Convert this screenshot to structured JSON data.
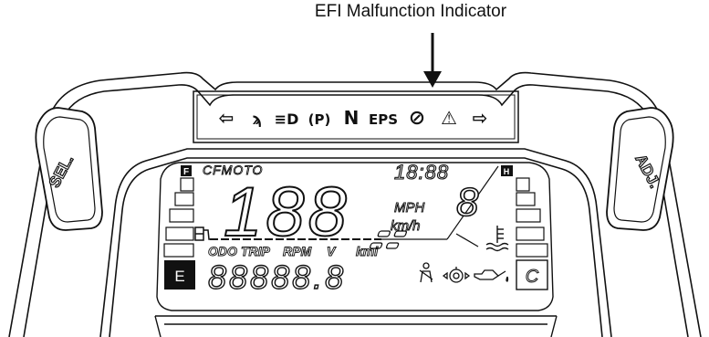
{
  "callout": {
    "text": "EFI Malfunction Indicator"
  },
  "buttons": {
    "left": "SEL.",
    "right": "ADJ."
  },
  "indicators": [
    {
      "name": "left-turn-icon",
      "glyph": "⇦"
    },
    {
      "name": "position-light-icon",
      "glyph": "ϡ"
    },
    {
      "name": "high-beam-icon",
      "glyph": "≡D"
    },
    {
      "name": "parking-brake-icon",
      "glyph": "(P)"
    },
    {
      "name": "neutral-icon",
      "glyph": "N"
    },
    {
      "name": "eps-icon",
      "glyph": "EPS"
    },
    {
      "name": "efi-malfunction-icon",
      "glyph": "⊘"
    },
    {
      "name": "warning-icon",
      "glyph": "⚠"
    },
    {
      "name": "right-turn-icon",
      "glyph": "⇨"
    }
  ],
  "lcd": {
    "fuel_full": "F",
    "fuel_empty": "E",
    "brand": "CFMOTO",
    "clock": "18:88",
    "speed": "188",
    "speed_unit_top": "MPH",
    "speed_unit_bottom": "km/h",
    "gear": "8",
    "odo_labels": [
      "ODO",
      "TRIP",
      "RPM",
      "V",
      "kmi"
    ],
    "odo_digits": "88888.8",
    "temp_cold": "C",
    "temp_hot": "H"
  }
}
